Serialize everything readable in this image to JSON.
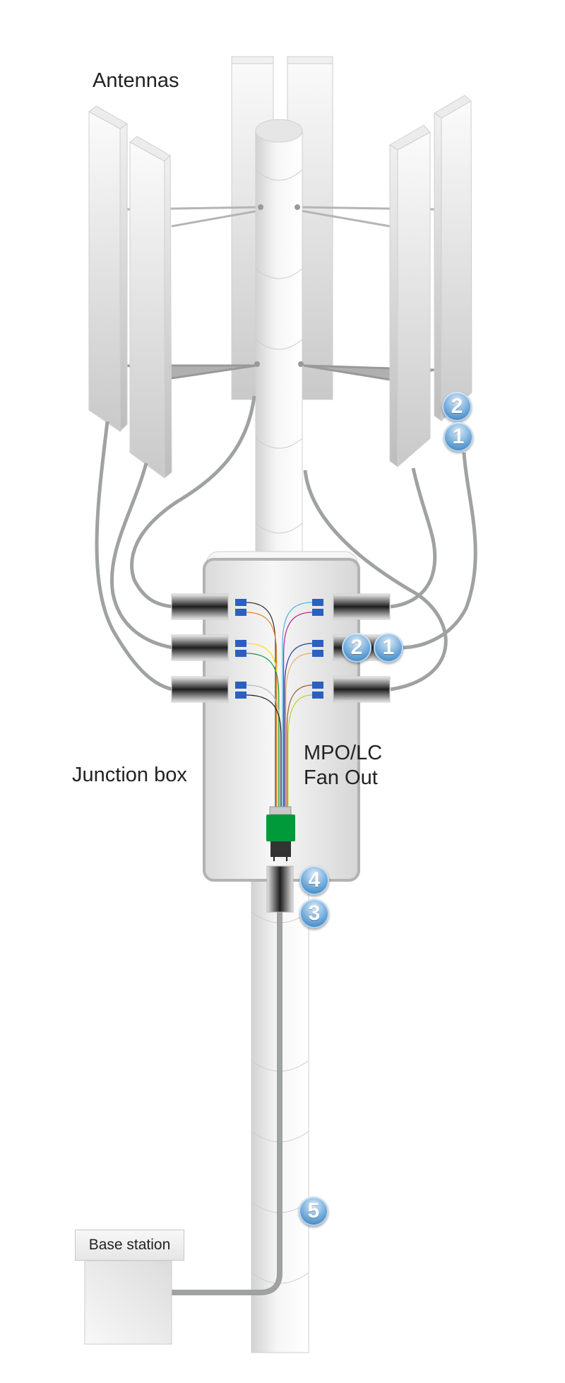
{
  "labels": {
    "antennas": "Antennas",
    "junction_box": "Junction box",
    "fanout_line1": "MPO/LC",
    "fanout_line2": "Fan Out",
    "base_station": "Base station"
  },
  "badges": {
    "antenna_top_2": "2",
    "antenna_top_1": "1",
    "box_port_2": "2",
    "box_port_1": "1",
    "mpo_4": "4",
    "mpo_3": "3",
    "trunk_5": "5"
  },
  "colors": {
    "badge_blue": "#1a6fb8",
    "cable_gray": "#a0a2a1",
    "lc_connector_blue": "#2b5fc1",
    "mpo_green": "#009a3a",
    "fiber_colors_left": [
      "#333333",
      "#e8822a",
      "#f5e21b",
      "#1a9a4a",
      "#bbbbbb",
      "#222222"
    ],
    "fiber_colors_right": [
      "#4fb3e3",
      "#b0278e",
      "#1f3a93",
      "#e0b070",
      "#9a5a3a",
      "#b7d12f"
    ]
  }
}
